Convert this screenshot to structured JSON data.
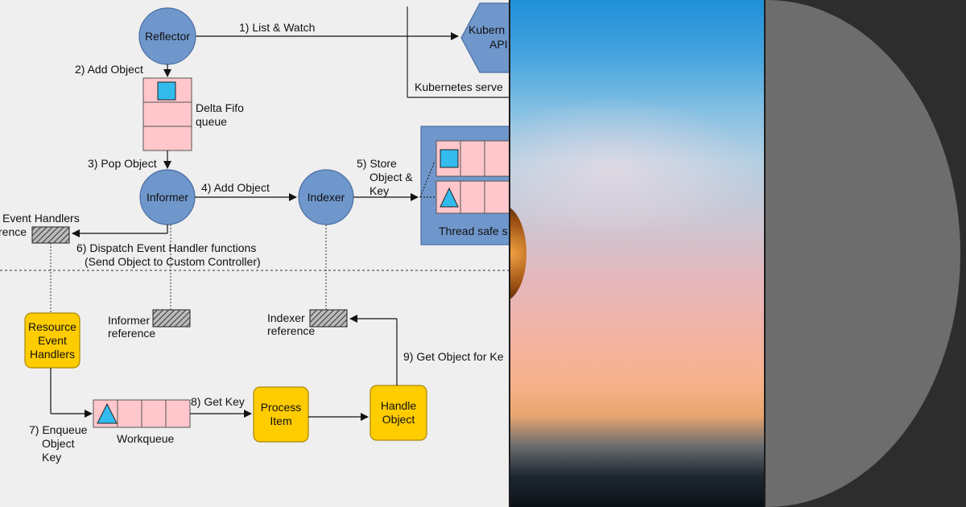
{
  "diagram": {
    "nodes": {
      "reflector": "Reflector",
      "informer": "Informer",
      "indexer": "Indexer",
      "k8s_api_line1": "Kubern",
      "k8s_api_line2": "API",
      "resource_event_handlers": [
        "Resource",
        "Event",
        "Handlers"
      ],
      "process_item": [
        "Process",
        "Item"
      ],
      "handle_object": [
        "Handle",
        "Object"
      ]
    },
    "labels": {
      "k8s_server": "Kubernetes serve",
      "delta_fifo": [
        "Delta Fifo",
        "queue"
      ],
      "thread_safe": "Thread safe s",
      "event_handlers_ref": [
        "Event Handlers",
        "rence"
      ],
      "informer_ref": [
        "Informer",
        "reference"
      ],
      "indexer_ref": [
        "Indexer",
        "reference"
      ],
      "workqueue": "Workqueue"
    },
    "steps": {
      "s1": "1) List & Watch",
      "s2": "2) Add Object",
      "s3": "3) Pop Object",
      "s4": "4) Add Object",
      "s5": [
        "5) Store",
        "Object &",
        "Key"
      ],
      "s6": [
        "6) Dispatch Event Handler functions",
        "(Send Object to Custom Controller)"
      ],
      "s7": [
        "7) Enqueue",
        "Object",
        "Key"
      ],
      "s8": "8) Get Key",
      "s9": "9) Get Object for Ke"
    },
    "colors": {
      "node_blue": "#6f97cc",
      "node_yellow": "#ffcc00",
      "queue_pink": "#ffc7cb",
      "object_cyan": "#33bbee",
      "thread_safe_bg": "#6f97cc",
      "background": "#efefef"
    }
  }
}
